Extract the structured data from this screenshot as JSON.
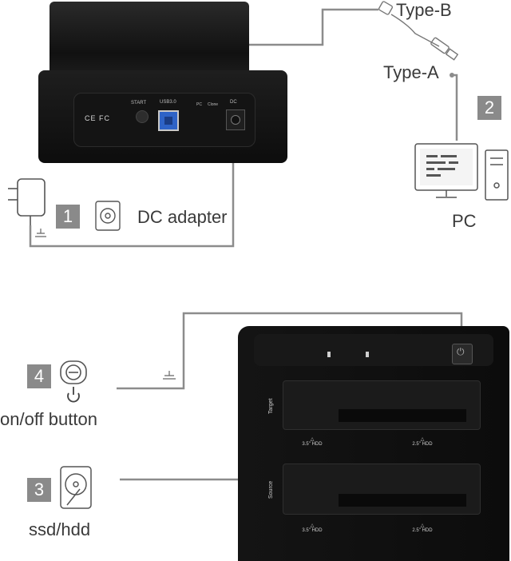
{
  "top_diagram": {
    "step1": {
      "number": "1",
      "label": "DC adapter"
    },
    "step2": {
      "number": "2",
      "label": "PC"
    },
    "cable_end_b": "Type-B",
    "cable_end_a": "Type-A",
    "dock_panel": {
      "start_label": "START",
      "usb_label": "USB3.0",
      "pc_label": "PC",
      "clone_label": "Clone",
      "dc_label": "DC",
      "cert_marks": "CE FC"
    }
  },
  "bottom_diagram": {
    "step4": {
      "number": "4",
      "label": "on/off button"
    },
    "step3": {
      "number": "3",
      "label": "ssd/hdd"
    },
    "target_label": "Target",
    "source_label": "Source",
    "hdd_35": "3.5\" HDD",
    "hdd_25": "2.5\" HDD"
  },
  "colors": {
    "wire": "#8c8c8c",
    "badge": "#8a8a8a",
    "device": "#111111",
    "usb_blue": "#2e63c7"
  }
}
